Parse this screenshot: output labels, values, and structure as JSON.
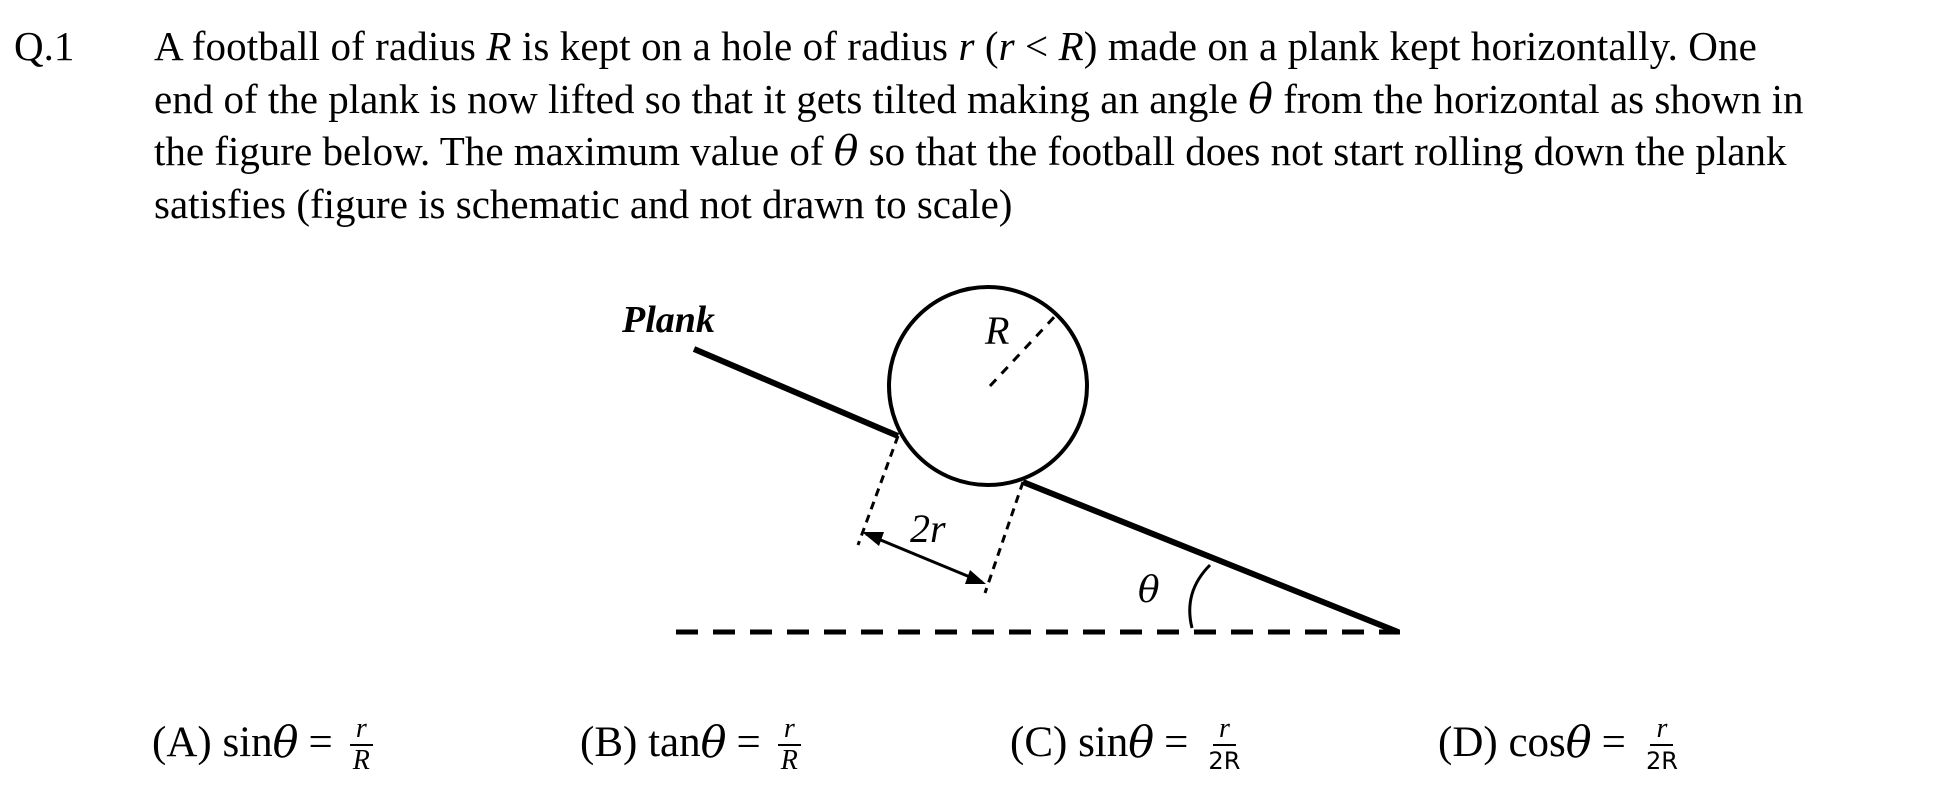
{
  "question": {
    "number": "Q.1",
    "lines": [
      [
        "A football of radius ",
        "R",
        " is kept on a hole of radius ",
        "r",
        " (",
        "r",
        " < ",
        "R",
        ") made on a plank kept horizontally.  One"
      ],
      [
        "end of the plank is now lifted so that it gets tilted making an angle ",
        "θ",
        " from the horizontal as shown in"
      ],
      [
        "the figure below. The maximum value of ",
        "θ",
        " so that the football does not start rolling down the plank"
      ],
      [
        "satisfies (figure is schematic and not drawn to scale)"
      ]
    ]
  },
  "figure": {
    "plank_label": "Plank",
    "radius_label": "R",
    "hole_label": "2r",
    "angle_label": "θ"
  },
  "options": [
    {
      "label": "(A)",
      "func": "sin",
      "var": "θ",
      "numerator": "r",
      "denominator": "R"
    },
    {
      "label": "(B)",
      "func": "tan",
      "var": "θ",
      "numerator": "r",
      "denominator": "R"
    },
    {
      "label": "(C)",
      "func": "sin",
      "var": "θ",
      "numerator": "r",
      "denominator": "2R"
    },
    {
      "label": "(D)",
      "func": "cos",
      "var": "θ",
      "numerator": "r",
      "denominator": "2R"
    }
  ],
  "equals": "="
}
